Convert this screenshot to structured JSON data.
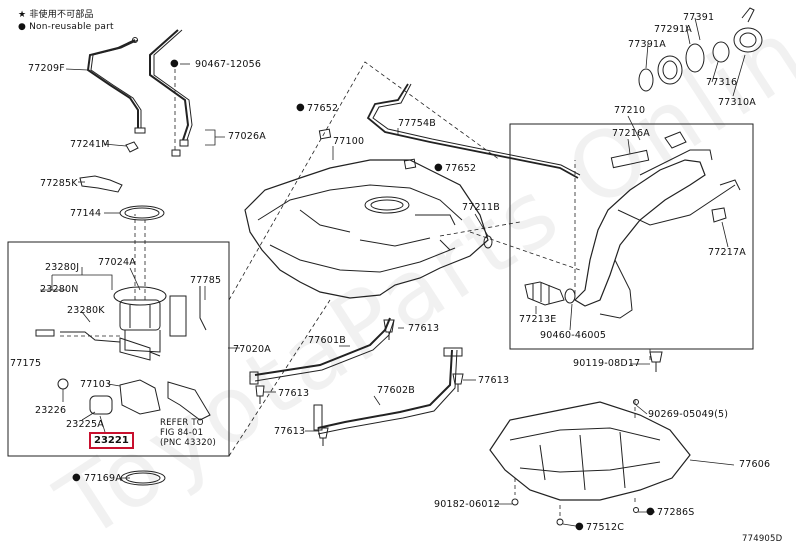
{
  "legend": {
    "items": [
      {
        "symbol": "★",
        "text": "非使用不可部品"
      },
      {
        "symbol": "●",
        "text": "Non-reusable part"
      }
    ]
  },
  "watermark": "ToyotaParts Online",
  "footer_code": "774905D",
  "highlight": {
    "label": "23221",
    "color": "#c8102e"
  },
  "refer_note": {
    "line1": "REFER TO",
    "line2": "FIG 84-01",
    "line3": "(PNC 43320)"
  },
  "parts": {
    "p77209F": "77209F",
    "p90467": "90467-12056",
    "p77026A": "77026A",
    "p77241M": "77241M",
    "p77285K": "77285K",
    "p77144": "77144",
    "p23280J": "23280J",
    "p23280N": "23280N",
    "p23280K": "23280K",
    "p77024A": "77024A",
    "p77785": "77785",
    "p77175": "77175",
    "p77103": "77103",
    "p23226": "23226",
    "p23225A": "23225A",
    "p77169A": "77169A",
    "p77652a": "77652",
    "p77100": "77100",
    "p77754B": "77754B",
    "p77652b": "77652",
    "p77211B": "77211B",
    "p77020A": "77020A",
    "p77601B": "77601B",
    "p77613a": "77613",
    "p77613b": "77613",
    "p77613c": "77613",
    "p77602B": "77602B",
    "p77613d": "77613",
    "p77391": "77391",
    "p77291A": "77291A",
    "p77391A": "77391A",
    "p77316": "77316",
    "p77310A": "77310A",
    "p77210": "77210",
    "p77216A": "77216A",
    "p77217A": "77217A",
    "p77213E": "77213E",
    "p90460": "90460-46005",
    "p90119": "90119-08D17",
    "p90269": "90269-05049(5)",
    "p77606": "77606",
    "p90182": "90182-06012",
    "p77286S": "77286S",
    "p77512C": "77512C"
  }
}
